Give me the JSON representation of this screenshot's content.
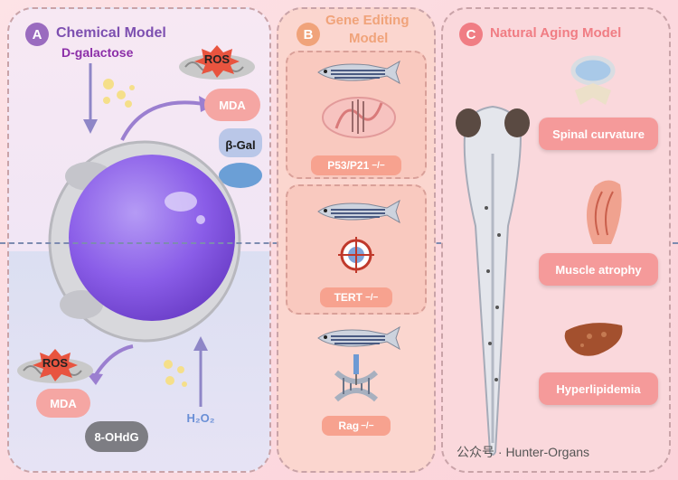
{
  "panel_a": {
    "letter": "A",
    "title": "Chemical Model",
    "subtitle": "D-galactose",
    "ros_top": "ROS",
    "mda_top": "MDA",
    "bgal": "β-Gal",
    "ros_bottom": "ROS",
    "mda_bottom": "MDA",
    "ohdg": "8-OHdG",
    "h2o2": "H₂O₂"
  },
  "panel_b": {
    "letter": "B",
    "title_line1": "Gene Editing",
    "title_line2": "Model",
    "p53_label": "P53/P21",
    "p53_sup": "−/−",
    "tert_label": "TERT",
    "tert_sup": "−/−",
    "rag_label": "Rag",
    "rag_sup": "−/−"
  },
  "panel_c": {
    "letter": "C",
    "title": "Natural Aging Model",
    "items": [
      "Spinal curvature",
      "Muscle atrophy",
      "Hyperlipidemia"
    ]
  },
  "watermark": "公众号 · Hunter-Organs",
  "colors": {
    "a_accent": "#8c5db3",
    "b_accent": "#f0a37a",
    "c_accent": "#f07d84",
    "pill": "#f59a9a"
  }
}
